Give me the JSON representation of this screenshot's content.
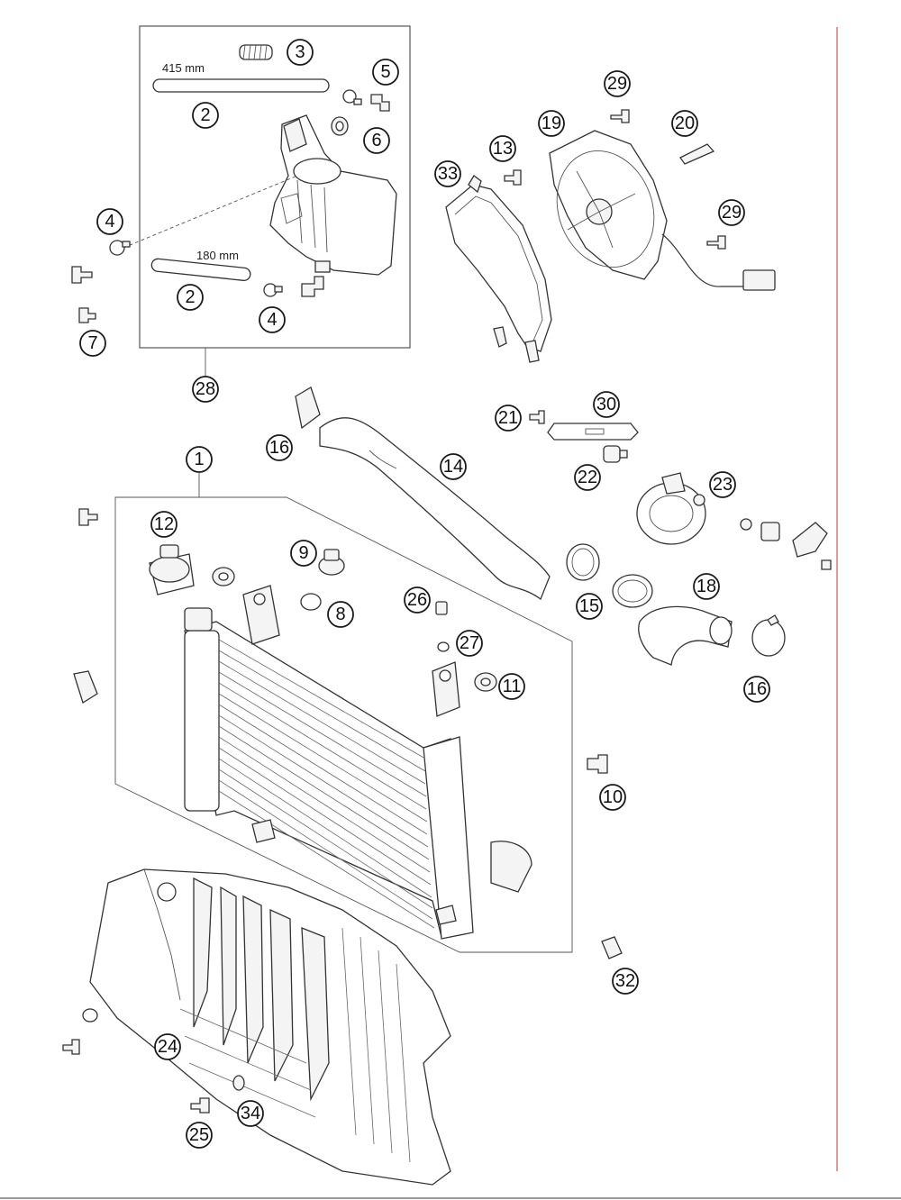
{
  "diagram": {
    "dimensions": {
      "hose_long": "415 mm",
      "hose_short": "180 mm"
    },
    "callouts": [
      {
        "id": "c1",
        "label": "1"
      },
      {
        "id": "c2a",
        "label": "2"
      },
      {
        "id": "c2b",
        "label": "2"
      },
      {
        "id": "c3",
        "label": "3"
      },
      {
        "id": "c4a",
        "label": "4"
      },
      {
        "id": "c4b",
        "label": "4"
      },
      {
        "id": "c5",
        "label": "5"
      },
      {
        "id": "c6",
        "label": "6"
      },
      {
        "id": "c7",
        "label": "7"
      },
      {
        "id": "c8",
        "label": "8"
      },
      {
        "id": "c9",
        "label": "9"
      },
      {
        "id": "c10",
        "label": "10"
      },
      {
        "id": "c11",
        "label": "11"
      },
      {
        "id": "c12",
        "label": "12"
      },
      {
        "id": "c13",
        "label": "13"
      },
      {
        "id": "c14",
        "label": "14"
      },
      {
        "id": "c15",
        "label": "15"
      },
      {
        "id": "c16a",
        "label": "16"
      },
      {
        "id": "c16b",
        "label": "16"
      },
      {
        "id": "c18",
        "label": "18"
      },
      {
        "id": "c19",
        "label": "19"
      },
      {
        "id": "c20",
        "label": "20"
      },
      {
        "id": "c21",
        "label": "21"
      },
      {
        "id": "c22",
        "label": "22"
      },
      {
        "id": "c23",
        "label": "23"
      },
      {
        "id": "c24",
        "label": "24"
      },
      {
        "id": "c25",
        "label": "25"
      },
      {
        "id": "c26",
        "label": "26"
      },
      {
        "id": "c27",
        "label": "27"
      },
      {
        "id": "c28",
        "label": "28"
      },
      {
        "id": "c29a",
        "label": "29"
      },
      {
        "id": "c29b",
        "label": "29"
      },
      {
        "id": "c30",
        "label": "30"
      },
      {
        "id": "c32",
        "label": "32"
      },
      {
        "id": "c33",
        "label": "33"
      },
      {
        "id": "c34",
        "label": "34"
      }
    ],
    "colors": {
      "ink": "#1a1a1a",
      "margin_line": "#e05050",
      "background": "#ffffff"
    }
  }
}
